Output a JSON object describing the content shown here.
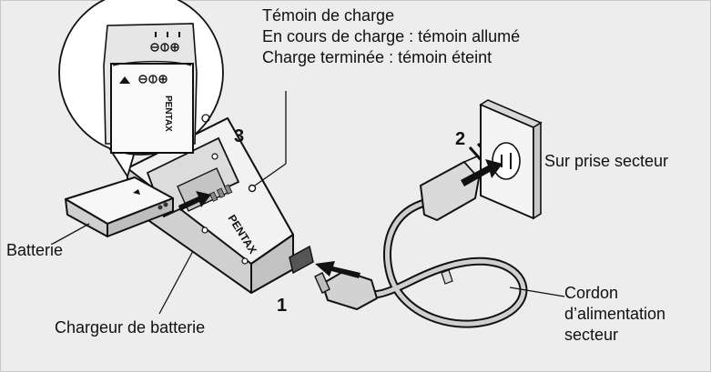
{
  "callouts": {
    "charge_lamp_title": "Témoin de charge",
    "charging_lamp_on": "En cours de charge : témoin allumé",
    "charged_lamp_off": "Charge terminée : témoin éteint",
    "outlet": "Sur prise secteur",
    "battery": "Batterie",
    "charger": "Chargeur de batterie",
    "cord_line1": "Cordon",
    "cord_line2": "d’alimentation",
    "cord_line3": "secteur"
  },
  "steps": {
    "step1": "1",
    "step2": "2",
    "step3": "3"
  },
  "brand": {
    "battery_logo": "PENTAX",
    "charger_logo": "PENTAX"
  },
  "colors": {
    "background": "#ededed",
    "ink": "#111111"
  }
}
